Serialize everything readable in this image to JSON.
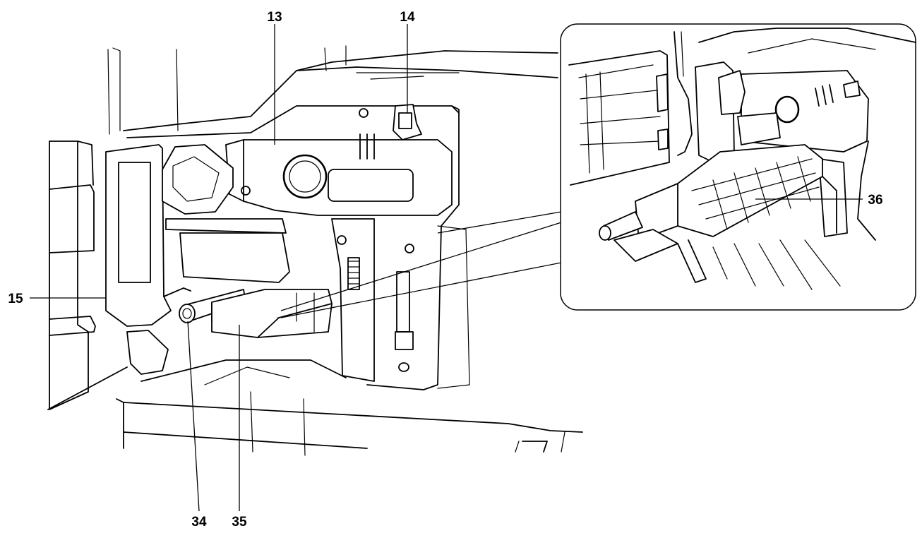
{
  "callouts": {
    "c13": "13",
    "c14": "14",
    "c15": "15",
    "c34": "34",
    "c35": "35",
    "c36": "36"
  },
  "colors": {
    "line": "#000000",
    "background": "#ffffff",
    "inset_border": "#000000"
  }
}
